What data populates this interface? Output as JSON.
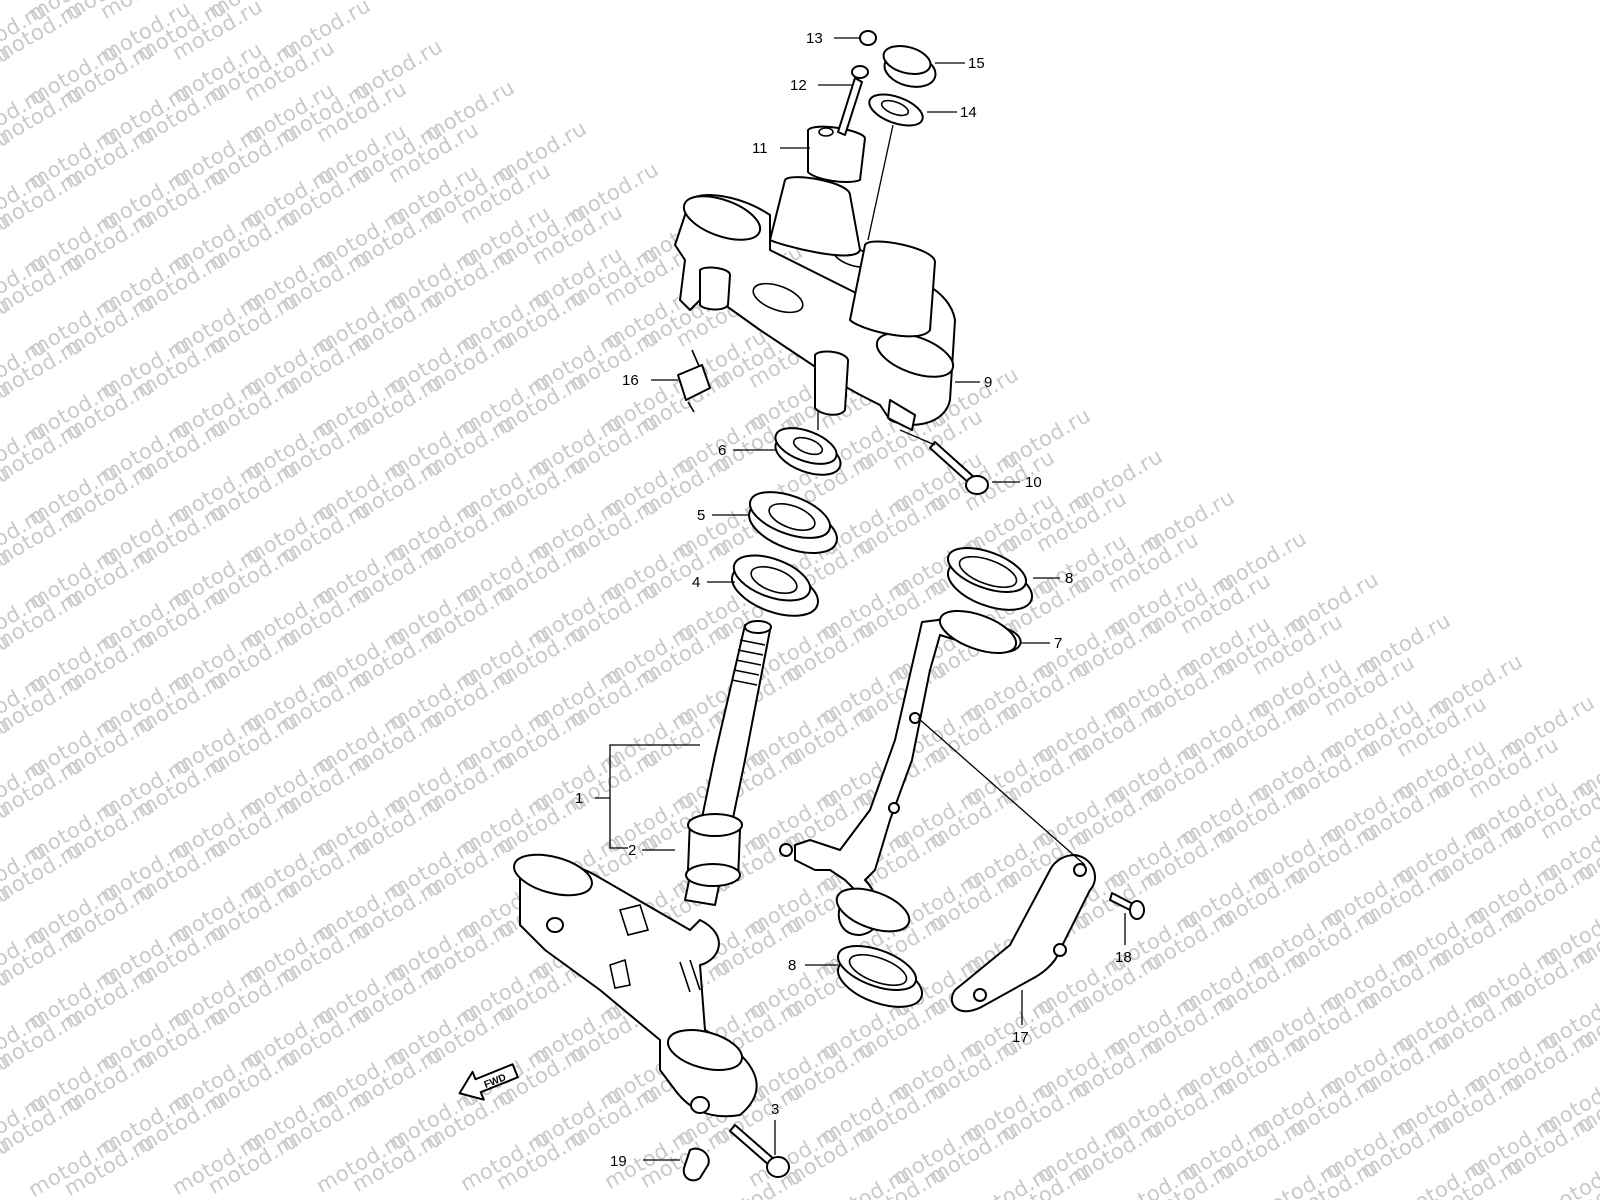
{
  "watermark": "motod.ru",
  "fwd_label": "FWD",
  "callouts": [
    {
      "id": "c1",
      "label": "1"
    },
    {
      "id": "c2",
      "label": "2"
    },
    {
      "id": "c3",
      "label": "3"
    },
    {
      "id": "c4",
      "label": "4"
    },
    {
      "id": "c5",
      "label": "5"
    },
    {
      "id": "c6",
      "label": "6"
    },
    {
      "id": "c7",
      "label": "7"
    },
    {
      "id": "c8a",
      "label": "8"
    },
    {
      "id": "c8b",
      "label": "8"
    },
    {
      "id": "c9",
      "label": "9"
    },
    {
      "id": "c10",
      "label": "10"
    },
    {
      "id": "c11",
      "label": "11"
    },
    {
      "id": "c12",
      "label": "12"
    },
    {
      "id": "c13",
      "label": "13"
    },
    {
      "id": "c14",
      "label": "14"
    },
    {
      "id": "c15",
      "label": "15"
    },
    {
      "id": "c16",
      "label": "16"
    },
    {
      "id": "c17",
      "label": "17"
    },
    {
      "id": "c18",
      "label": "18"
    },
    {
      "id": "c19",
      "label": "19"
    }
  ]
}
